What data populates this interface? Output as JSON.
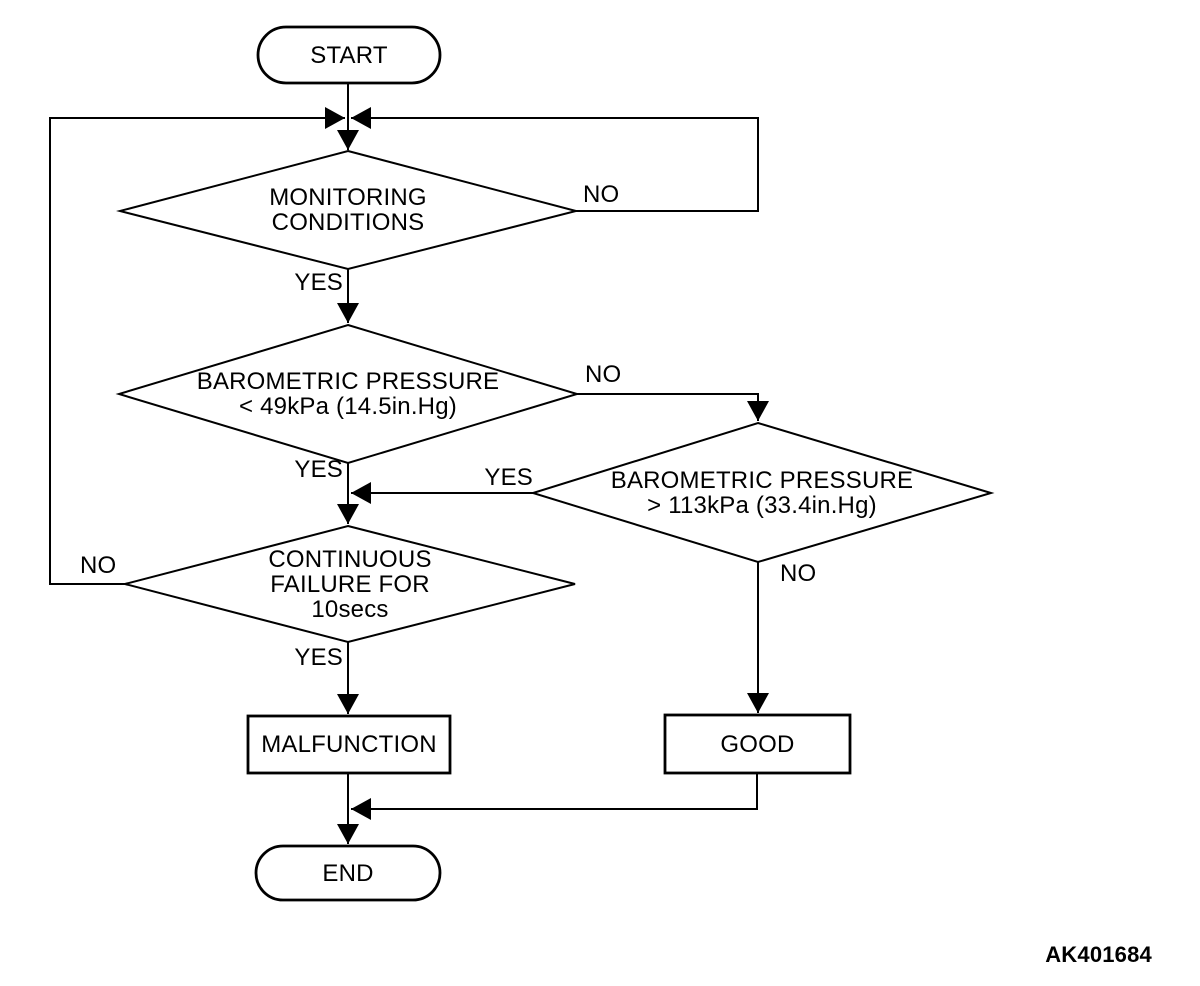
{
  "diagram": {
    "figure_code": "AK401684",
    "nodes": {
      "start": {
        "label": "START"
      },
      "monitoring": {
        "lines": [
          "MONITORING",
          "CONDITIONS"
        ]
      },
      "baro_low": {
        "lines": [
          "BAROMETRIC PRESSURE",
          "< 49kPa (14.5in.Hg)"
        ]
      },
      "baro_high": {
        "lines": [
          "BAROMETRIC PRESSURE",
          "> 113kPa (33.4in.Hg)"
        ]
      },
      "continuous_failure": {
        "lines": [
          "CONTINUOUS",
          "FAILURE FOR",
          "10secs"
        ]
      },
      "malfunction": {
        "label": "MALFUNCTION"
      },
      "good": {
        "label": "GOOD"
      },
      "end": {
        "label": "END"
      }
    },
    "edge_labels": {
      "monitoring_no": "NO",
      "monitoring_yes": "YES",
      "baro_low_no": "NO",
      "baro_low_yes": "YES",
      "baro_high_yes": "YES",
      "baro_high_no": "NO",
      "continuous_failure_no": "NO",
      "continuous_failure_yes": "YES"
    },
    "colors": {
      "line": "#000000",
      "background": "#ffffff"
    }
  }
}
